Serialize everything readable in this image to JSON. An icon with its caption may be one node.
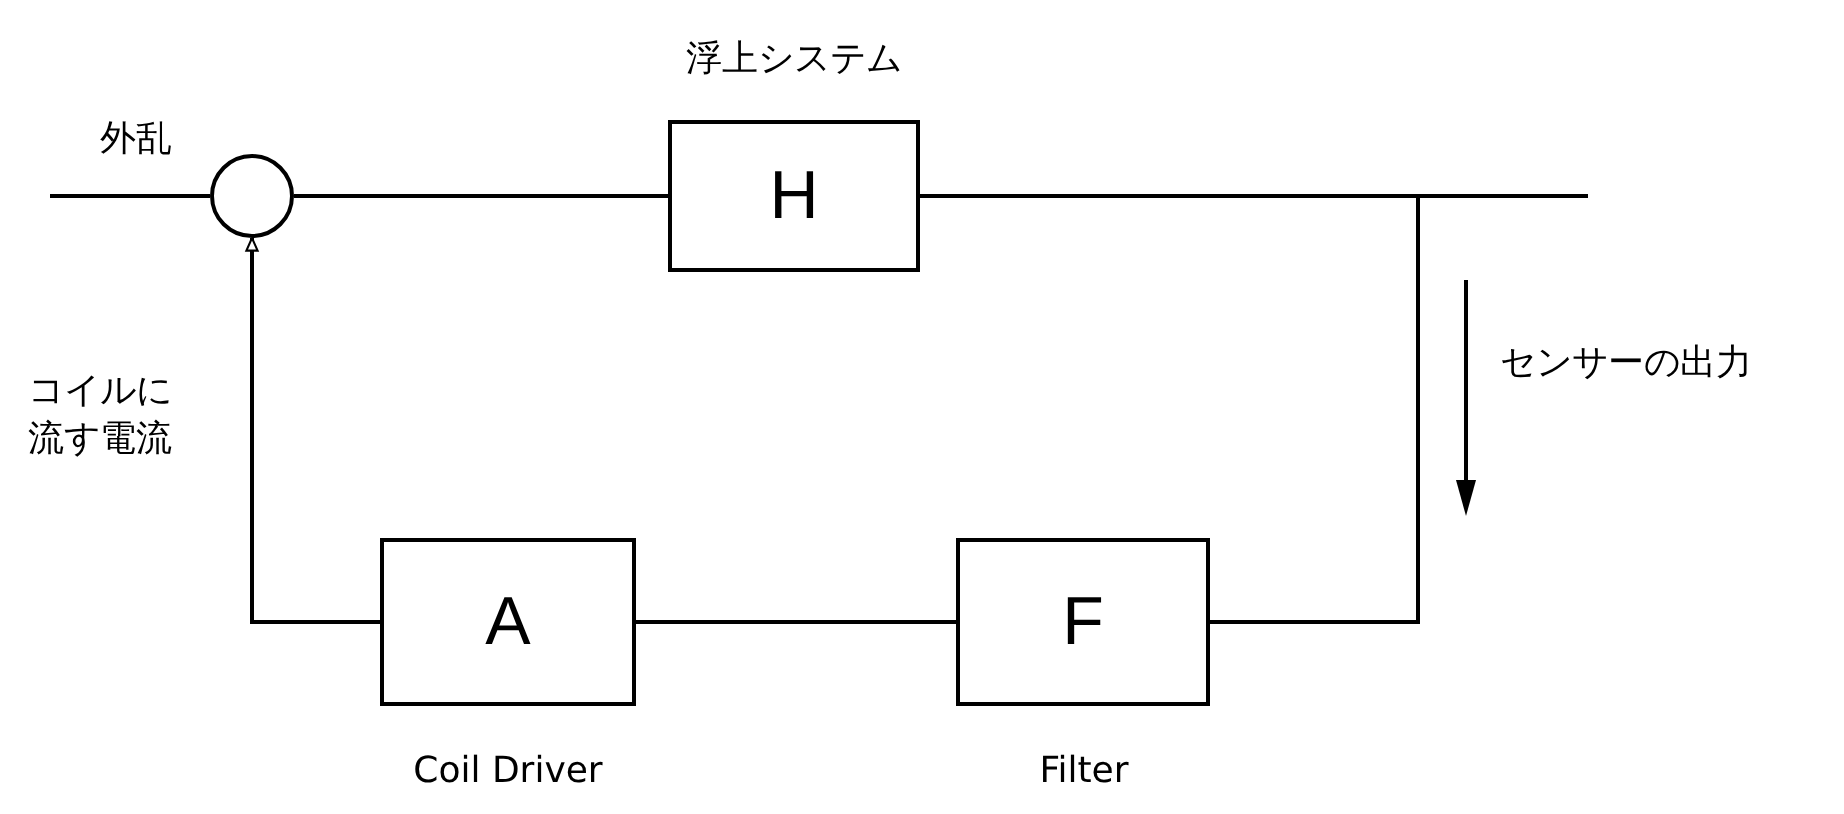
{
  "diagram": {
    "nodes": [
      {
        "text": [],
        "shape": "circle"
      },
      {
        "text": [
          "H"
        ],
        "beside": [
          "浮上システム"
        ]
      },
      {
        "text": [
          "A"
        ],
        "beside": [
          "Coil Driver"
        ]
      },
      {
        "text": [
          "F"
        ],
        "beside": [
          "Filter"
        ]
      }
    ],
    "edges": [
      {
        "from": null,
        "to": 0,
        "arrow": "none",
        "label": "外乱"
      },
      {
        "from": 0,
        "to": 1,
        "arrow": "none"
      },
      {
        "from": 1,
        "to": null,
        "arrow": "none"
      },
      {
        "from": 1,
        "to": 3,
        "arrow": "none"
      },
      {
        "from": 3,
        "to": 2,
        "arrow": "none"
      },
      {
        "from": 2,
        "to": 0,
        "arrow": "to",
        "label": "コイルに流す電流"
      }
    ],
    "labels": [
      "センサーの出力"
    ]
  }
}
